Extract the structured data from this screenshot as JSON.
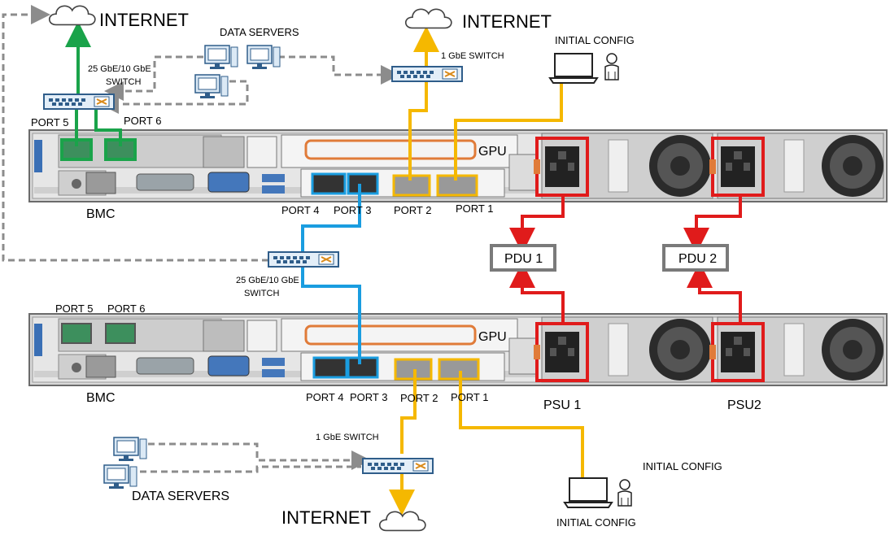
{
  "labels": {
    "internet_top_left": "INTERNET",
    "internet_top_center": "INTERNET",
    "internet_bottom": "INTERNET",
    "data_servers_top": "DATA SERVERS",
    "data_servers_bottom": "DATA SERVERS",
    "switch_25_top": "25 GbE/10 GbE SWITCH",
    "switch_25_mid": "25 GbE/10 GbE SWITCH",
    "switch_1_top": "1 GbE SWITCH",
    "switch_1_bottom": "1 GbE SWITCH",
    "initial_config_top": "INITIAL CONFIG",
    "initial_config_bottom_right": "INITIAL CONFIG",
    "initial_config_bottom": "INITIAL CONFIG",
    "gpu": "GPU",
    "bmc": "BMC",
    "port1": "PORT 1",
    "port2": "PORT 2",
    "port3": "PORT 3",
    "port4": "PORT 4",
    "port5": "PORT 5",
    "port6": "PORT 6",
    "pdu1": "PDU 1",
    "pdu2": "PDU 2",
    "psu1": "PSU 1",
    "psu2": "PSU2"
  },
  "colors": {
    "green": "#1aa34a",
    "yellow": "#f5b800",
    "blue": "#1a9de0",
    "red": "#e01b1b",
    "gray": "#8c8c8c",
    "orange": "#e07b39"
  }
}
